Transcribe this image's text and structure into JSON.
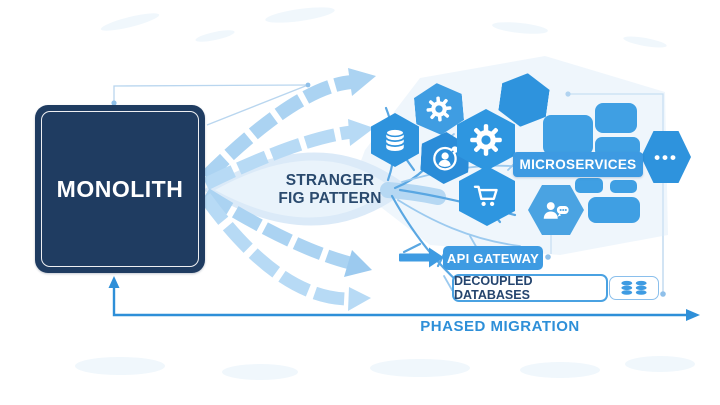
{
  "diagram": {
    "monolith": {
      "label": "MONOLITH"
    },
    "strangler_pattern": {
      "line1": "STRANGER",
      "line2": "FIG PATTERN"
    },
    "microservices": {
      "label": "MICROSERVICES",
      "ellipsis": "•••"
    },
    "api_gateway": {
      "label": "API GATEWAY"
    },
    "decoupled_databases": {
      "label": "DECOUPLED DATABASES"
    },
    "phased_migration": {
      "label": "PHASED MIGRATION"
    },
    "icons": {
      "gear-icon": "⚙",
      "database-icon": "🛢",
      "user-icon": "👤",
      "cart-icon": "🛒",
      "users-chat-icon": "👥",
      "ellipsis-icon": "•••",
      "databases-icon": "🛢🛢"
    },
    "colors": {
      "monolith_navy": "#1f3c61",
      "hexagon_blue": "#2e93dd",
      "chip_blue": "#3f9fe3",
      "label_blue": "#3d9ae2",
      "migration_blue": "#2e8fd8",
      "arrow_light_blue": "#abd3f2",
      "branch_blue": "#5aa7e2",
      "text_navy": "#2a4a6e"
    }
  }
}
